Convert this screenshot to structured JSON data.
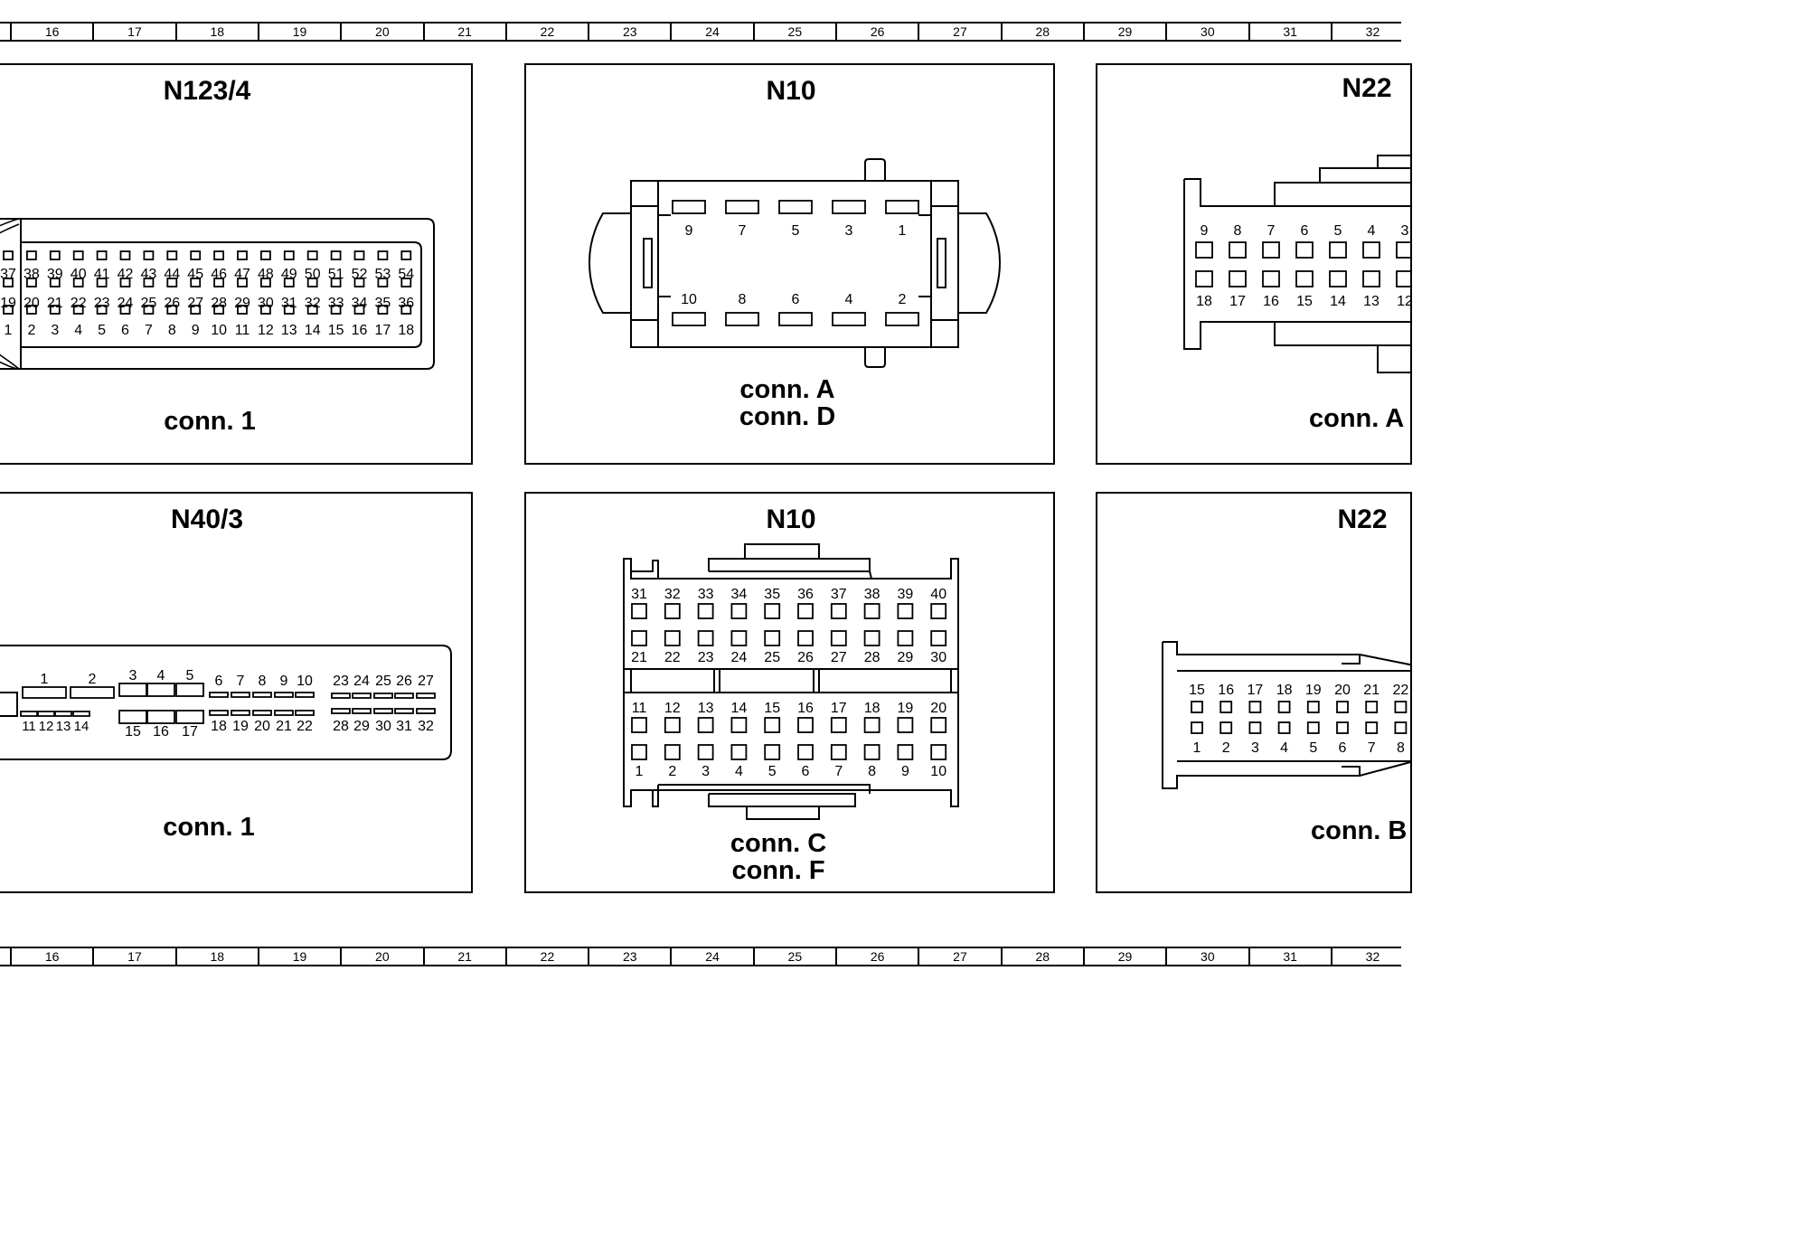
{
  "ruler": {
    "labels": [
      "16",
      "17",
      "18",
      "19",
      "20",
      "21",
      "22",
      "23",
      "24",
      "25",
      "26",
      "27",
      "28",
      "29",
      "30",
      "31",
      "32"
    ]
  },
  "panels": {
    "n123": {
      "title": "N123/4",
      "conn": "conn. 1",
      "pins": {
        "row1": [
          "37",
          "38",
          "39",
          "40",
          "41",
          "42",
          "43",
          "44",
          "45",
          "46",
          "47",
          "48",
          "49",
          "50",
          "51",
          "52",
          "53",
          "54"
        ],
        "row2": [
          "19",
          "20",
          "21",
          "22",
          "23",
          "24",
          "25",
          "26",
          "27",
          "28",
          "29",
          "30",
          "31",
          "32",
          "33",
          "34",
          "35",
          "36"
        ],
        "row3": [
          "1",
          "2",
          "3",
          "4",
          "5",
          "6",
          "7",
          "8",
          "9",
          "10",
          "11",
          "12",
          "13",
          "14",
          "15",
          "16",
          "17",
          "18"
        ]
      }
    },
    "n10a": {
      "title": "N10",
      "conn1": "conn. A",
      "conn2": "conn. D",
      "pins": {
        "top": [
          "9",
          "7",
          "5",
          "3",
          "1"
        ],
        "bottom": [
          "10",
          "8",
          "6",
          "4",
          "2"
        ]
      }
    },
    "n22a": {
      "title": "N22",
      "conn": "conn. A",
      "pins": {
        "top": [
          "9",
          "8",
          "7",
          "6",
          "5",
          "4",
          "3"
        ],
        "bottom": [
          "18",
          "17",
          "16",
          "15",
          "14",
          "13",
          "12"
        ]
      }
    },
    "n40": {
      "title": "N40/3",
      "conn": "conn. 1",
      "pins": {
        "big_top": [
          "1",
          "2"
        ],
        "small_bottom": [
          "11",
          "12",
          "13",
          "14"
        ],
        "mid_top": [
          "3",
          "4",
          "5"
        ],
        "mid_bottom": [
          "15",
          "16",
          "17"
        ],
        "r1_top": [
          "6",
          "7",
          "8",
          "9",
          "10"
        ],
        "r1_bottom": [
          "18",
          "19",
          "20",
          "21",
          "22"
        ],
        "r2_top": [
          "23",
          "24",
          "25",
          "26",
          "27"
        ],
        "r2_bottom": [
          "28",
          "29",
          "30",
          "31",
          "32"
        ]
      }
    },
    "n10c": {
      "title": "N10",
      "conn1": "conn. C",
      "conn2": "conn. F",
      "pins": {
        "row1": [
          "31",
          "32",
          "33",
          "34",
          "35",
          "36",
          "37",
          "38",
          "39",
          "40"
        ],
        "row2": [
          "21",
          "22",
          "23",
          "24",
          "25",
          "26",
          "27",
          "28",
          "29",
          "30"
        ],
        "row3": [
          "11",
          "12",
          "13",
          "14",
          "15",
          "16",
          "17",
          "18",
          "19",
          "20"
        ],
        "row4": [
          "1",
          "2",
          "3",
          "4",
          "5",
          "6",
          "7",
          "8",
          "9",
          "10"
        ]
      }
    },
    "n22b": {
      "title": "N22",
      "conn": "conn. B",
      "pins": {
        "top": [
          "15",
          "16",
          "17",
          "18",
          "19",
          "20",
          "21",
          "22"
        ],
        "bottom": [
          "1",
          "2",
          "3",
          "4",
          "5",
          "6",
          "7",
          "8"
        ]
      }
    }
  }
}
